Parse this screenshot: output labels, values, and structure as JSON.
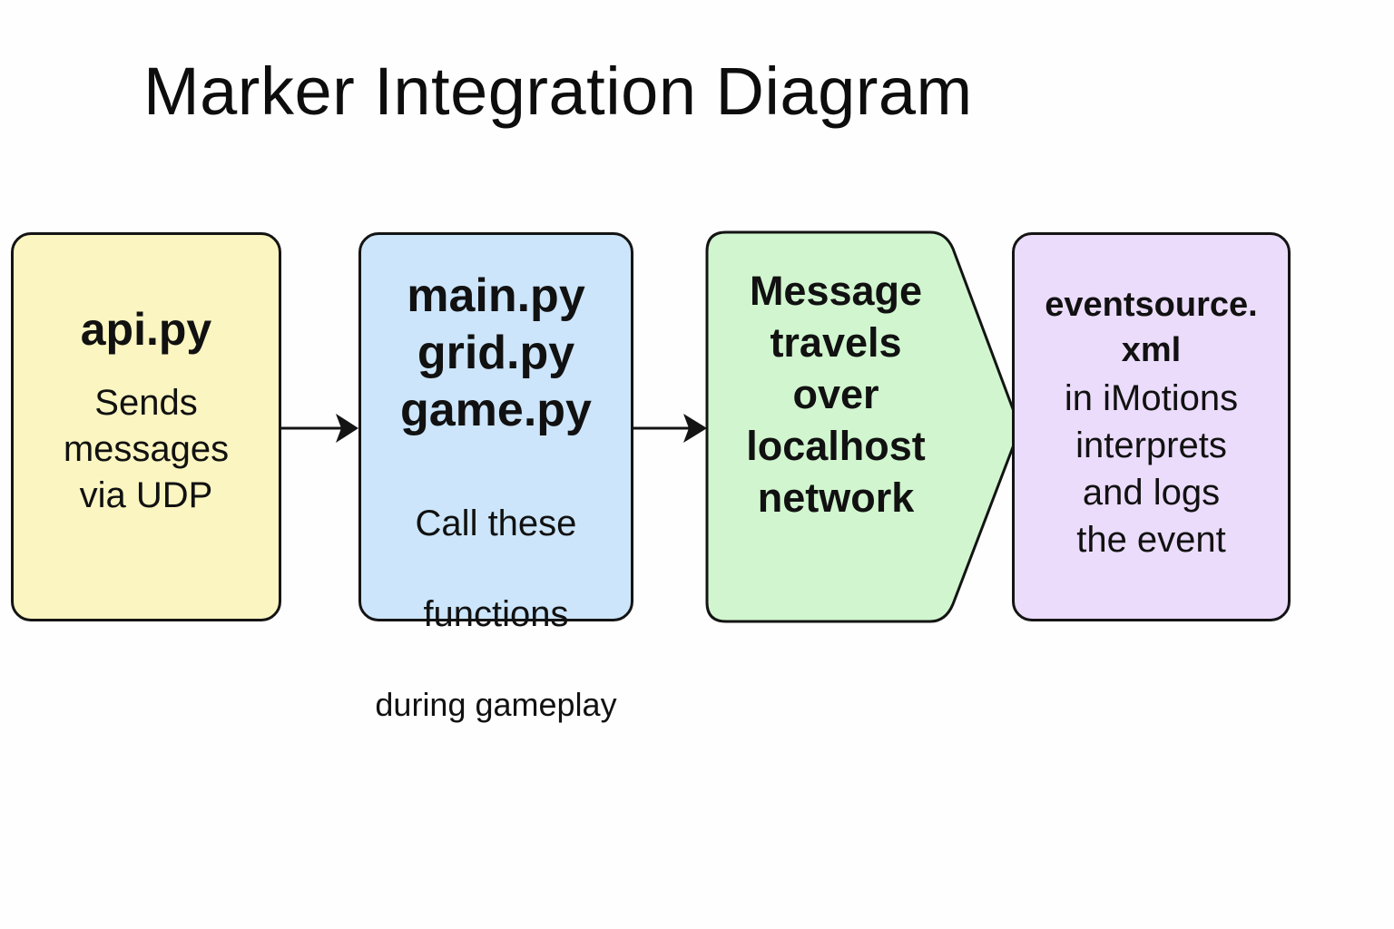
{
  "title": "Marker Integration Diagram",
  "boxes": [
    {
      "heading": "api.py",
      "body": "Sends\nmessages\nvia UDP",
      "color": "#fbf5c1"
    },
    {
      "heading": "main.py\ngrid.py\ngame.py",
      "body_lines": [
        "Call these",
        "functions",
        "during gameplay"
      ],
      "color": "#cce5fa"
    },
    {
      "heading": "Message\ntravels\nover\nlocalhost\nnetwork",
      "color": "#d1f6cf"
    },
    {
      "heading": "eventsource.\nxml",
      "body": "in iMotions\ninterprets\nand logs\nthe event",
      "color": "#ebdcfb"
    }
  ]
}
